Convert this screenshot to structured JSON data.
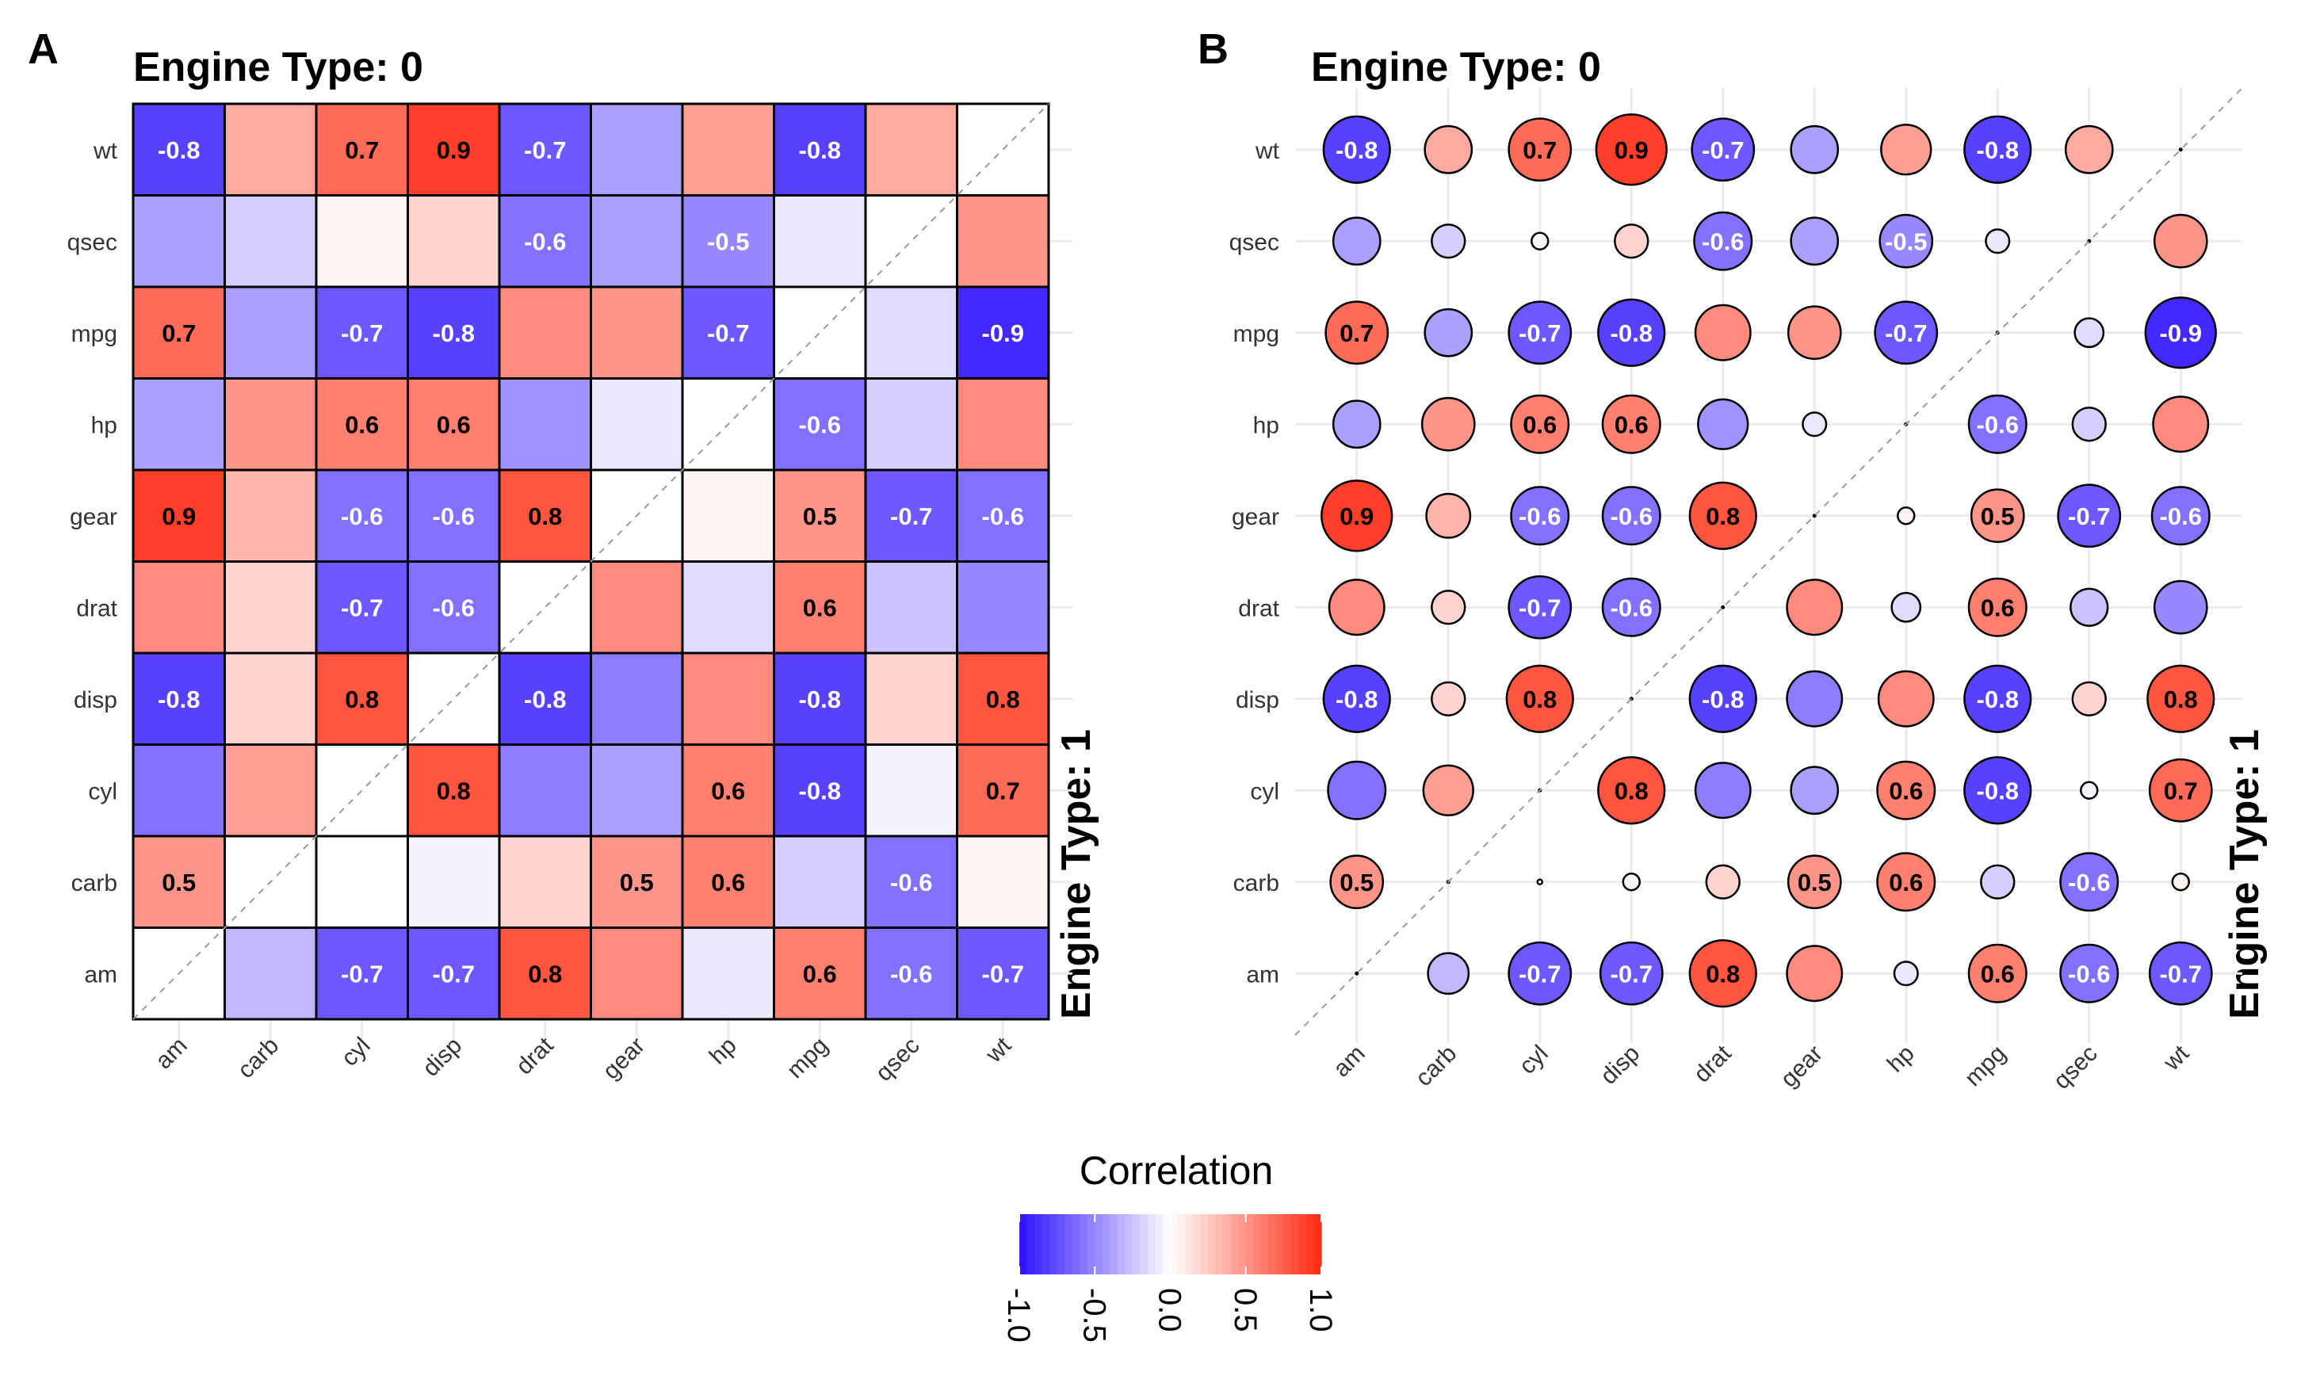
{
  "chart_data": [
    {
      "type": "heatmap",
      "panel_tag": "A",
      "title": "Engine Type: 0",
      "side_label": "Engine Type: 1",
      "x_categories": [
        "am",
        "carb",
        "cyl",
        "disp",
        "drat",
        "gear",
        "hp",
        "mpg",
        "qsec",
        "wt"
      ],
      "y_categories_top_to_bottom": [
        "wt",
        "qsec",
        "mpg",
        "hp",
        "gear",
        "drat",
        "disp",
        "cyl",
        "carb",
        "am"
      ],
      "values": [
        [
          -0.8,
          0.4,
          0.7,
          0.9,
          -0.7,
          -0.4,
          0.45,
          -0.8,
          0.4,
          null
        ],
        [
          -0.4,
          -0.2,
          0.05,
          0.2,
          -0.6,
          -0.4,
          -0.5,
          -0.1,
          null,
          0.5
        ],
        [
          0.7,
          -0.4,
          -0.7,
          -0.8,
          0.55,
          0.5,
          -0.7,
          null,
          -0.15,
          -0.9
        ],
        [
          -0.4,
          0.5,
          0.6,
          0.6,
          -0.45,
          -0.1,
          null,
          -0.6,
          -0.2,
          0.55
        ],
        [
          0.9,
          0.35,
          -0.6,
          -0.6,
          0.8,
          null,
          0.05,
          0.5,
          -0.7,
          -0.6
        ],
        [
          0.55,
          0.2,
          -0.7,
          -0.6,
          null,
          0.55,
          -0.15,
          0.6,
          -0.25,
          -0.5
        ],
        [
          -0.8,
          0.2,
          0.8,
          null,
          -0.8,
          -0.55,
          0.55,
          -0.8,
          0.2,
          0.8
        ],
        [
          -0.6,
          0.45,
          null,
          0.8,
          -0.55,
          -0.4,
          0.6,
          -0.8,
          -0.05,
          0.7
        ],
        [
          0.5,
          null,
          0.0,
          -0.05,
          0.2,
          0.5,
          0.6,
          -0.2,
          -0.6,
          0.05
        ],
        [
          null,
          -0.3,
          -0.7,
          -0.7,
          0.8,
          0.55,
          -0.1,
          0.6,
          -0.6,
          -0.7
        ]
      ],
      "labels": [
        [
          "-0.8",
          "",
          "0.7",
          "0.9",
          "-0.7",
          "",
          "",
          "-0.8",
          "",
          ""
        ],
        [
          "",
          "",
          "",
          "",
          "-0.6",
          "",
          "-0.5",
          "",
          "",
          ""
        ],
        [
          "0.7",
          "",
          "-0.7",
          "-0.8",
          "",
          "",
          "-0.7",
          "",
          "",
          "-0.9"
        ],
        [
          "",
          "",
          "0.6",
          "0.6",
          "",
          "",
          "",
          "-0.6",
          "",
          ""
        ],
        [
          "0.9",
          "",
          "-0.6",
          "-0.6",
          "0.8",
          "",
          "",
          "0.5",
          "-0.7",
          "-0.6"
        ],
        [
          "",
          "",
          "-0.7",
          "-0.6",
          "",
          "",
          "",
          "0.6",
          "",
          ""
        ],
        [
          "-0.8",
          "",
          "0.8",
          "",
          "-0.8",
          "",
          "",
          "-0.8",
          "",
          "0.8"
        ],
        [
          "",
          "",
          "",
          "0.8",
          "",
          "",
          "0.6",
          "-0.8",
          "",
          "0.7"
        ],
        [
          "0.5",
          "",
          "",
          "",
          "",
          "0.5",
          "0.6",
          "",
          "-0.6",
          ""
        ],
        [
          "",
          "",
          "-0.7",
          "-0.7",
          "0.8",
          "",
          "",
          "0.6",
          "-0.6",
          "-0.7"
        ]
      ],
      "method": "square"
    },
    {
      "type": "heatmap",
      "panel_tag": "B",
      "title": "Engine Type: 0",
      "side_label": "Engine Type: 1",
      "method": "circle",
      "same_values_as": "A"
    }
  ],
  "legend": {
    "title": "Correlation",
    "ticks": [
      "-1.0",
      "-0.5",
      "0.0",
      "0.5",
      "1.0"
    ],
    "range": [
      -1,
      1
    ],
    "colors": {
      "low": "#2e10ff",
      "mid": "#ffffff",
      "high": "#ff2a12"
    }
  }
}
